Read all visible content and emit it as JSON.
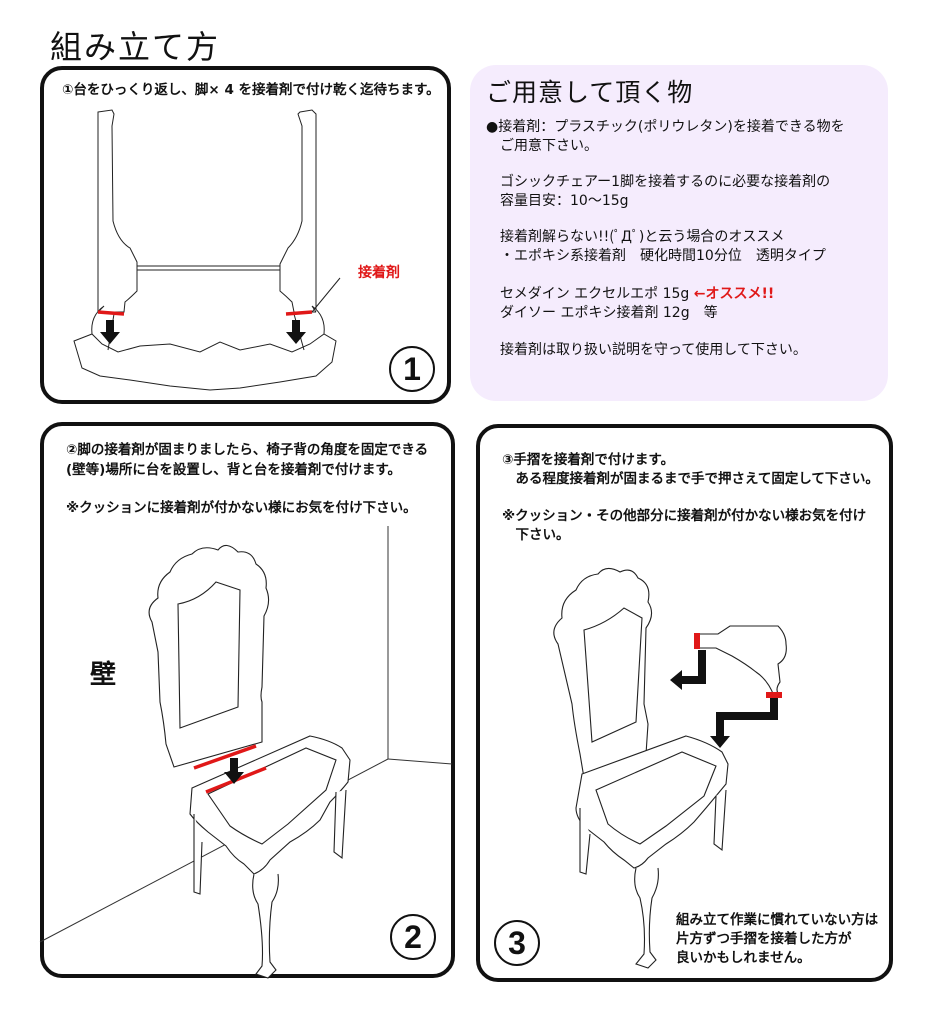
{
  "page": {
    "title": "組み立て方"
  },
  "steps": [
    {
      "number": "1",
      "text_lines": [
        "①台をひっくり返し、脚× 4 を接着剤で付け乾く迄待ちます。"
      ],
      "glue_label": "接着剤",
      "illustration": "chair-base-upside-down-with-legs"
    },
    {
      "number": "2",
      "text_lines": [
        "②脚の接着剤が固まりましたら、椅子背の角度を固定できる",
        "(壁等)場所に台を設置し、背と台を接着剤で付けます。",
        "",
        "※クッションに接着剤が付かない様にお気を付け下さい。"
      ],
      "wall_label": "壁",
      "illustration": "chair-back-attached-to-seat-against-wall"
    },
    {
      "number": "3",
      "text_lines": [
        "③手摺を接着剤で付けます。",
        "　ある程度接着剤が固まるまで手で押さえて固定して下さい。",
        "",
        "※クッション・その他部分に接着剤が付かない様お気を付け",
        "　下さい。"
      ],
      "note_lines": [
        "組み立て作業に慣れていない方は",
        "片方ずつ手摺を接着した方が",
        "良いかもしれません。"
      ],
      "illustration": "armrest-attached-to-chair"
    }
  ],
  "supplies": {
    "title": "ご用意して頂く物",
    "lines": [
      "●接着剤：プラスチック(ポリウレタン)を接着できる物を",
      "　ご用意下さい。",
      "",
      "　ゴシックチェアー1脚を接着するのに必要な接着剤の",
      "　容量目安：10〜15g",
      "",
      "　接着剤解らない!!(ﾟДﾟ)と云う場合のオススメ",
      "　・エポキシ系接着剤　硬化時間10分位　透明タイプ",
      "",
      "　セメダイン エクセルエポ 15g ",
      "　ダイソー エポキシ接着剤 12g　等",
      "",
      "　接着剤は取り扱い説明を守って使用して下さい。"
    ],
    "recommend_label": "←オススメ!!"
  },
  "colors": {
    "glue_red": "#e01818",
    "supplies_bg": "#f5ecfd",
    "border": "#111111"
  }
}
